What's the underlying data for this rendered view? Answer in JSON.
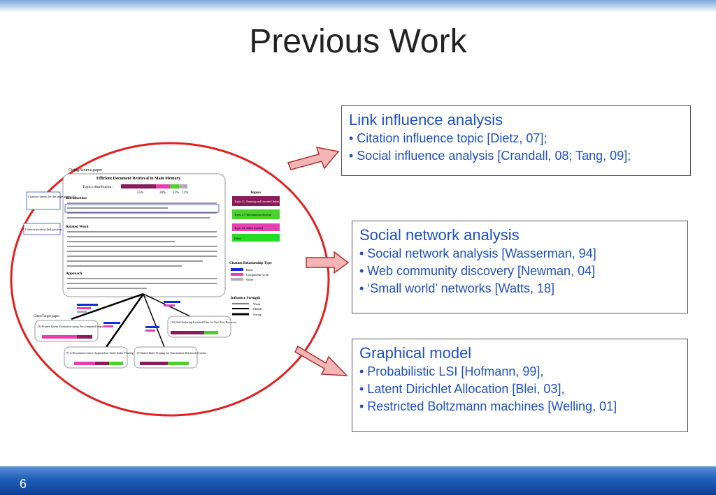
{
  "slide": {
    "title": "Previous Work",
    "page_number": "6"
  },
  "figure": {
    "citing_label": "Citing/Source paper",
    "paper_title": "Efficient Document Retrieval in Main Memory",
    "topics_dist_label": "Topics distribution:",
    "pcts": [
      "55%",
      "20%",
      "13%",
      "12%"
    ],
    "citation_context_label": "Citation context for the target paper [3]",
    "citation_position_label": "Citation position/ link position",
    "sec_intro": "Introduction",
    "sec_related": "Related Work",
    "sec_approach": "Approach",
    "cited_label": "Cited/Target paper",
    "topics_header": "Topics",
    "topics": [
      "Topic 11: Pruning and Inverted Index",
      "Topic 27: Information retrieval",
      "Topic 23: Index method",
      "Other"
    ],
    "relationship_header": "Citation Relationship Type",
    "relationship_items": [
      "Basic",
      "Comparable work",
      "Other"
    ],
    "strength_header": "Influence Strength",
    "strength_items": [
      "Weak",
      "Middle",
      "Strong"
    ],
    "cited_papers": [
      "[3] Pruned Query Evaluation using Pre-computed Impacts",
      "[7] A Document-centric Approach to Static Index Pruning in Text Retrieval Systems",
      "[9] Static Index Pruning for Information Retrieval Systems",
      "[14] Self-Indexing Inverted Files for Fast Text Retrieval"
    ]
  },
  "boxes": [
    {
      "heading": "Link influence analysis",
      "items": [
        "• Citation influence topic [Dietz, 07];",
        "• Social influence analysis [Crandall, 08; Tang, 09];"
      ]
    },
    {
      "heading": "Social network analysis",
      "items": [
        "• Social network analysis [Wasserman, 94]",
        "• Web community discovery [Newman, 04]",
        "• ‘Small world’ networks [Watts, 18]"
      ]
    },
    {
      "heading": "Graphical model",
      "items": [
        "• Probabilistic LSI [Hofmann, 99],",
        "• Latent Dirichlet Allocation [Blei, 03],",
        "• Restricted Boltzmann machines [Welling, 01]"
      ]
    }
  ],
  "colors": {
    "accent_text": "#1f4fbf",
    "circle": "#e02020",
    "arrow_fill": "#f2b6b6",
    "arrow_stroke": "#b03030",
    "footer": "#1f5fb8"
  }
}
